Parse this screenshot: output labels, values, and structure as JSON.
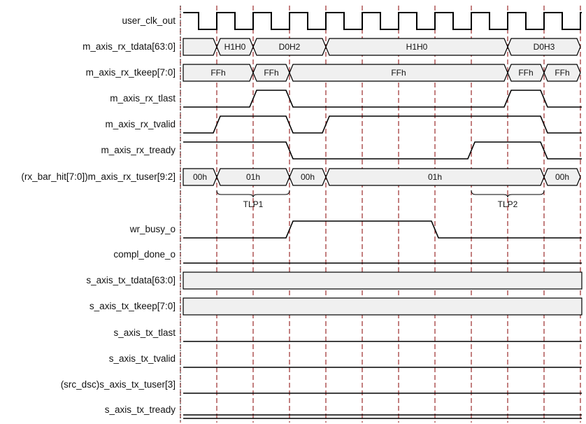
{
  "signals": [
    {
      "label": "user_clk_out",
      "type": "clock"
    },
    {
      "label": "m_axis_rx_tdata[63:0]",
      "type": "bus",
      "segments": [
        {
          "from": 0,
          "to": 1,
          "value": ""
        },
        {
          "from": 1,
          "to": 2,
          "value": "H1H0"
        },
        {
          "from": 2,
          "to": 4,
          "value": "D0H2"
        },
        {
          "from": 4,
          "to": 9,
          "value": "H1H0"
        },
        {
          "from": 9,
          "to": 11,
          "value": "D0H3"
        }
      ]
    },
    {
      "label": "m_axis_rx_tkeep[7:0]",
      "type": "bus",
      "segments": [
        {
          "from": 0,
          "to": 2,
          "value": "FFh"
        },
        {
          "from": 2,
          "to": 3,
          "value": "FFh"
        },
        {
          "from": 3,
          "to": 9,
          "value": "FFh"
        },
        {
          "from": 9,
          "to": 10,
          "value": "FFh"
        },
        {
          "from": 10,
          "to": 11,
          "value": "FFh"
        }
      ]
    },
    {
      "label": "m_axis_rx_tlast",
      "type": "bit",
      "initial": 0,
      "transitions": [
        2,
        3,
        9,
        10
      ]
    },
    {
      "label": "m_axis_rx_tvalid",
      "type": "bit",
      "initial": 0,
      "transitions": [
        1,
        3,
        4,
        10
      ]
    },
    {
      "label": "m_axis_rx_tready",
      "type": "bit",
      "initial": 1,
      "transitions": [
        3,
        8,
        10
      ]
    },
    {
      "label": "(rx_bar_hit[7:0])m_axis_rx_tuser[9:2]",
      "type": "bus",
      "segments": [
        {
          "from": 0,
          "to": 1,
          "value": "00h"
        },
        {
          "from": 1,
          "to": 3,
          "value": "01h"
        },
        {
          "from": 3,
          "to": 4,
          "value": "00h"
        },
        {
          "from": 4,
          "to": 10,
          "value": "01h"
        },
        {
          "from": 10,
          "to": 11,
          "value": "00h"
        }
      ]
    },
    {
      "label": "",
      "type": "spacer"
    },
    {
      "label": "wr_busy_o",
      "type": "bit",
      "initial": 0,
      "transitions": [
        3,
        7
      ]
    },
    {
      "label": "compl_done_o",
      "type": "bit",
      "initial": 0,
      "transitions": []
    },
    {
      "label": "s_axis_tx_tdata[63:0]",
      "type": "bus_blank"
    },
    {
      "label": "s_axis_tx_tkeep[7:0]",
      "type": "bus_blank"
    },
    {
      "label": "s_axis_tx_tlast",
      "type": "bit",
      "initial": 0,
      "transitions": []
    },
    {
      "label": "s_axis_tx_tvalid",
      "type": "bit",
      "initial": 0,
      "transitions": []
    },
    {
      "label": "(src_dsc)s_axis_tx_tuser[3]",
      "type": "bit",
      "initial": 0,
      "transitions": []
    },
    {
      "label": "s_axis_tx_tready",
      "type": "bit_double",
      "initial": 0,
      "transitions": []
    }
  ],
  "tlp_markers": [
    {
      "label": "TLP1",
      "from": 1,
      "to": 3
    },
    {
      "label": "TLP2",
      "from": 8,
      "to": 10
    }
  ],
  "colors": {
    "line": "#000000",
    "bus_fill": "#f0f0f0",
    "grid": "#9b2b2b"
  }
}
